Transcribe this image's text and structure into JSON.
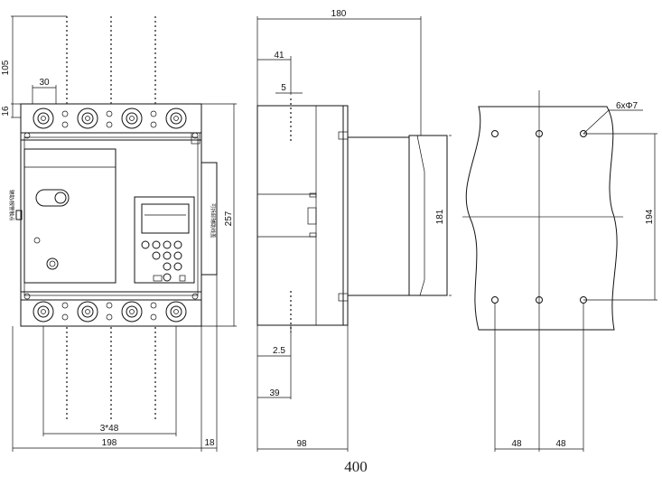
{
  "front_view": {
    "dim_top_gap": "105",
    "dim_terminal_width": "30",
    "dim_terminal_height": "16",
    "dim_height": "257",
    "dim_pole_pitch": "3*48",
    "dim_width": "198",
    "dim_offset": "18"
  },
  "side_view": {
    "dim_depth": "180",
    "dim_41": "41",
    "dim_5": "5",
    "dim_181": "181",
    "dim_2_5": "2.5",
    "dim_39": "39",
    "dim_98": "98"
  },
  "mounting_view": {
    "dim_holes": "6xΦ7",
    "dim_194": "194",
    "dim_48_left": "48",
    "dim_48_right": "48"
  },
  "caption": "400"
}
